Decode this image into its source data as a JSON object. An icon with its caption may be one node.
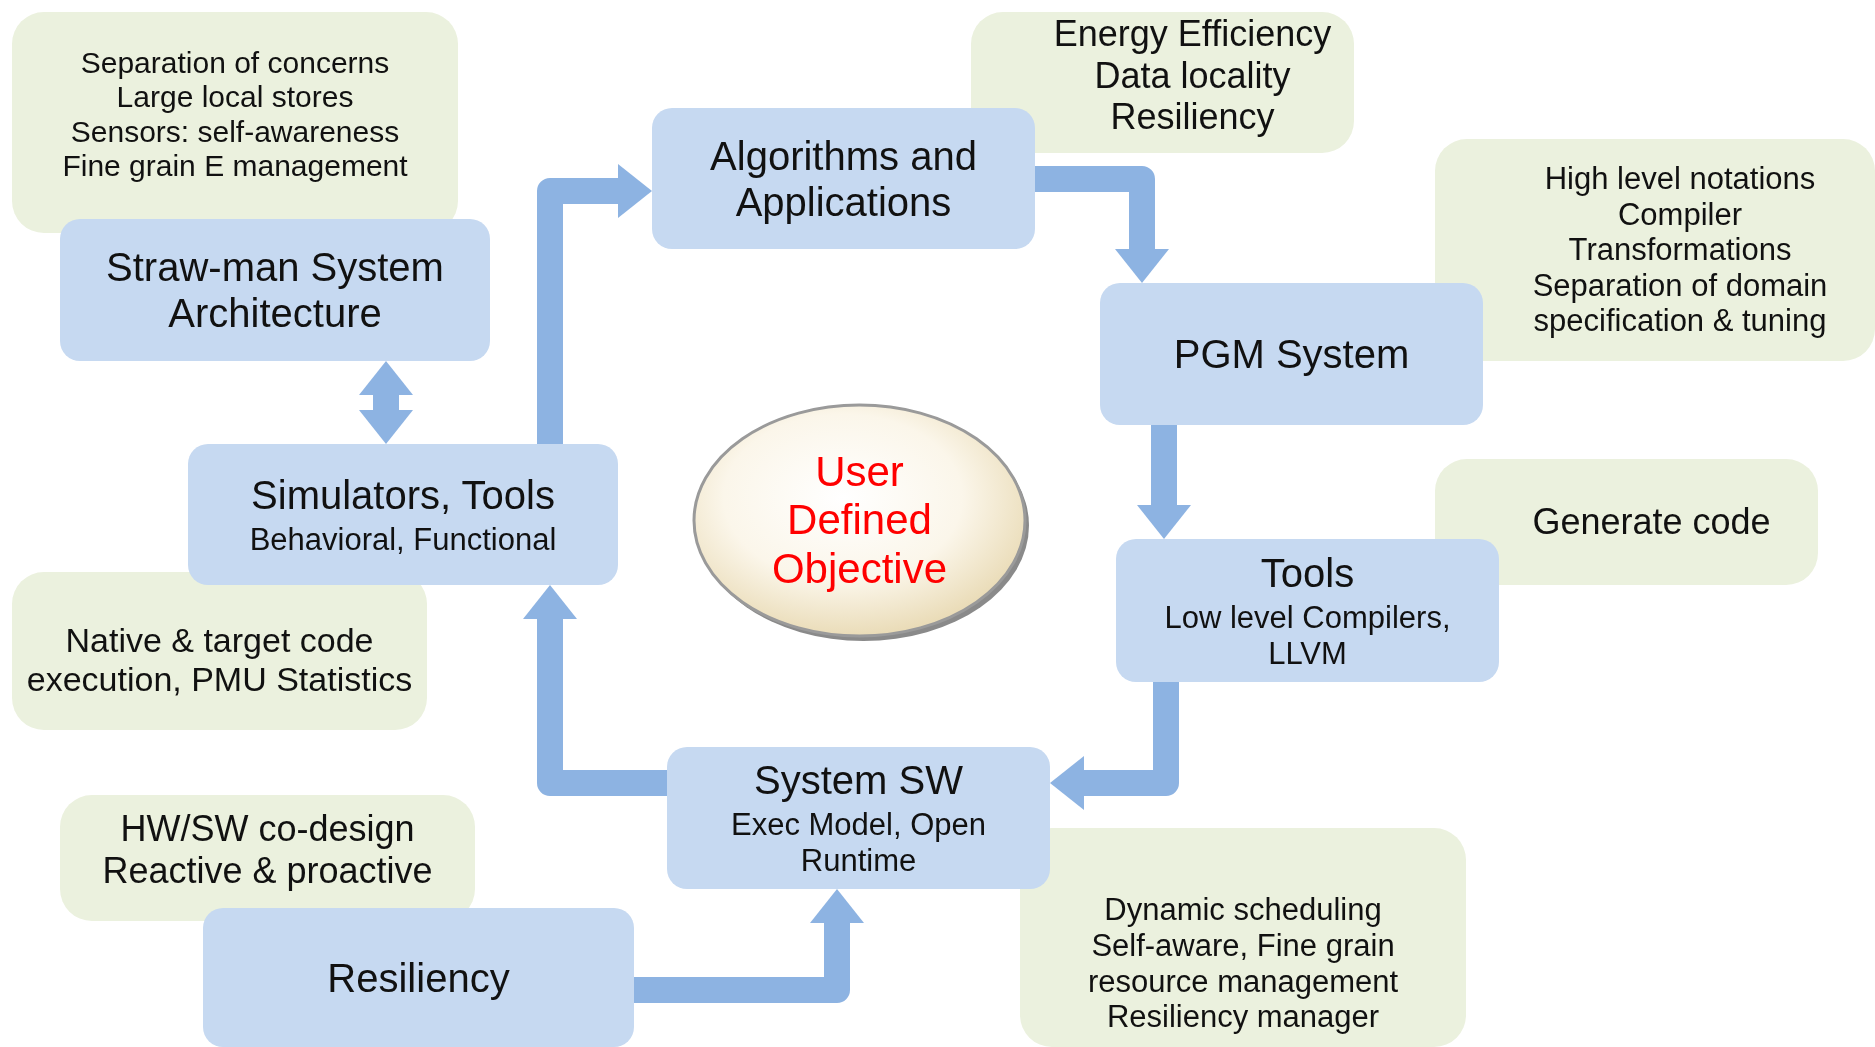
{
  "diagram": {
    "nodes": [
      {
        "text": [
          "Algorithms and Applications"
        ]
      },
      {
        "text": [
          "PGM System"
        ]
      },
      {
        "text": [
          "Tools",
          "Low level Compilers, LLVM"
        ]
      },
      {
        "text": [
          "System SW",
          "Exec Model, Open Runtime"
        ]
      },
      {
        "text": [
          "Resiliency"
        ]
      },
      {
        "text": [
          "Simulators, Tools",
          "Behavioral, Functional"
        ]
      },
      {
        "text": [
          "Straw-man System Architecture"
        ]
      },
      {
        "text": [
          "User Defined Objective"
        ]
      },
      {
        "text": [
          "Separation of concerns",
          "Large local stores",
          "Sensors: self-awareness",
          "Fine grain E management"
        ]
      },
      {
        "text": [
          "Energy Efficiency",
          "Data locality",
          "Resiliency"
        ]
      },
      {
        "text": [
          "High level notations",
          "Compiler",
          "Transformations",
          "Separation of domain specification & tuning"
        ]
      },
      {
        "text": [
          "Generate code"
        ]
      },
      {
        "text": [
          "Native & target code execution, PMU Statistics"
        ]
      },
      {
        "text": [
          "Dynamic scheduling",
          "Self-aware, Fine grain resource management",
          "Resiliency manager"
        ]
      },
      {
        "text": [
          "HW/SW co-design",
          "Reactive & proactive"
        ]
      }
    ],
    "edges": [
      {
        "from": 6,
        "to": 5,
        "arrow": "both"
      },
      {
        "from": 5,
        "to": 0,
        "arrow": "to"
      },
      {
        "from": 0,
        "to": 1,
        "arrow": "to"
      },
      {
        "from": 1,
        "to": 2,
        "arrow": "to"
      },
      {
        "from": 2,
        "to": 3,
        "arrow": "to"
      },
      {
        "from": 3,
        "to": 5,
        "arrow": "to"
      },
      {
        "from": 4,
        "to": 3,
        "arrow": "to"
      }
    ]
  }
}
